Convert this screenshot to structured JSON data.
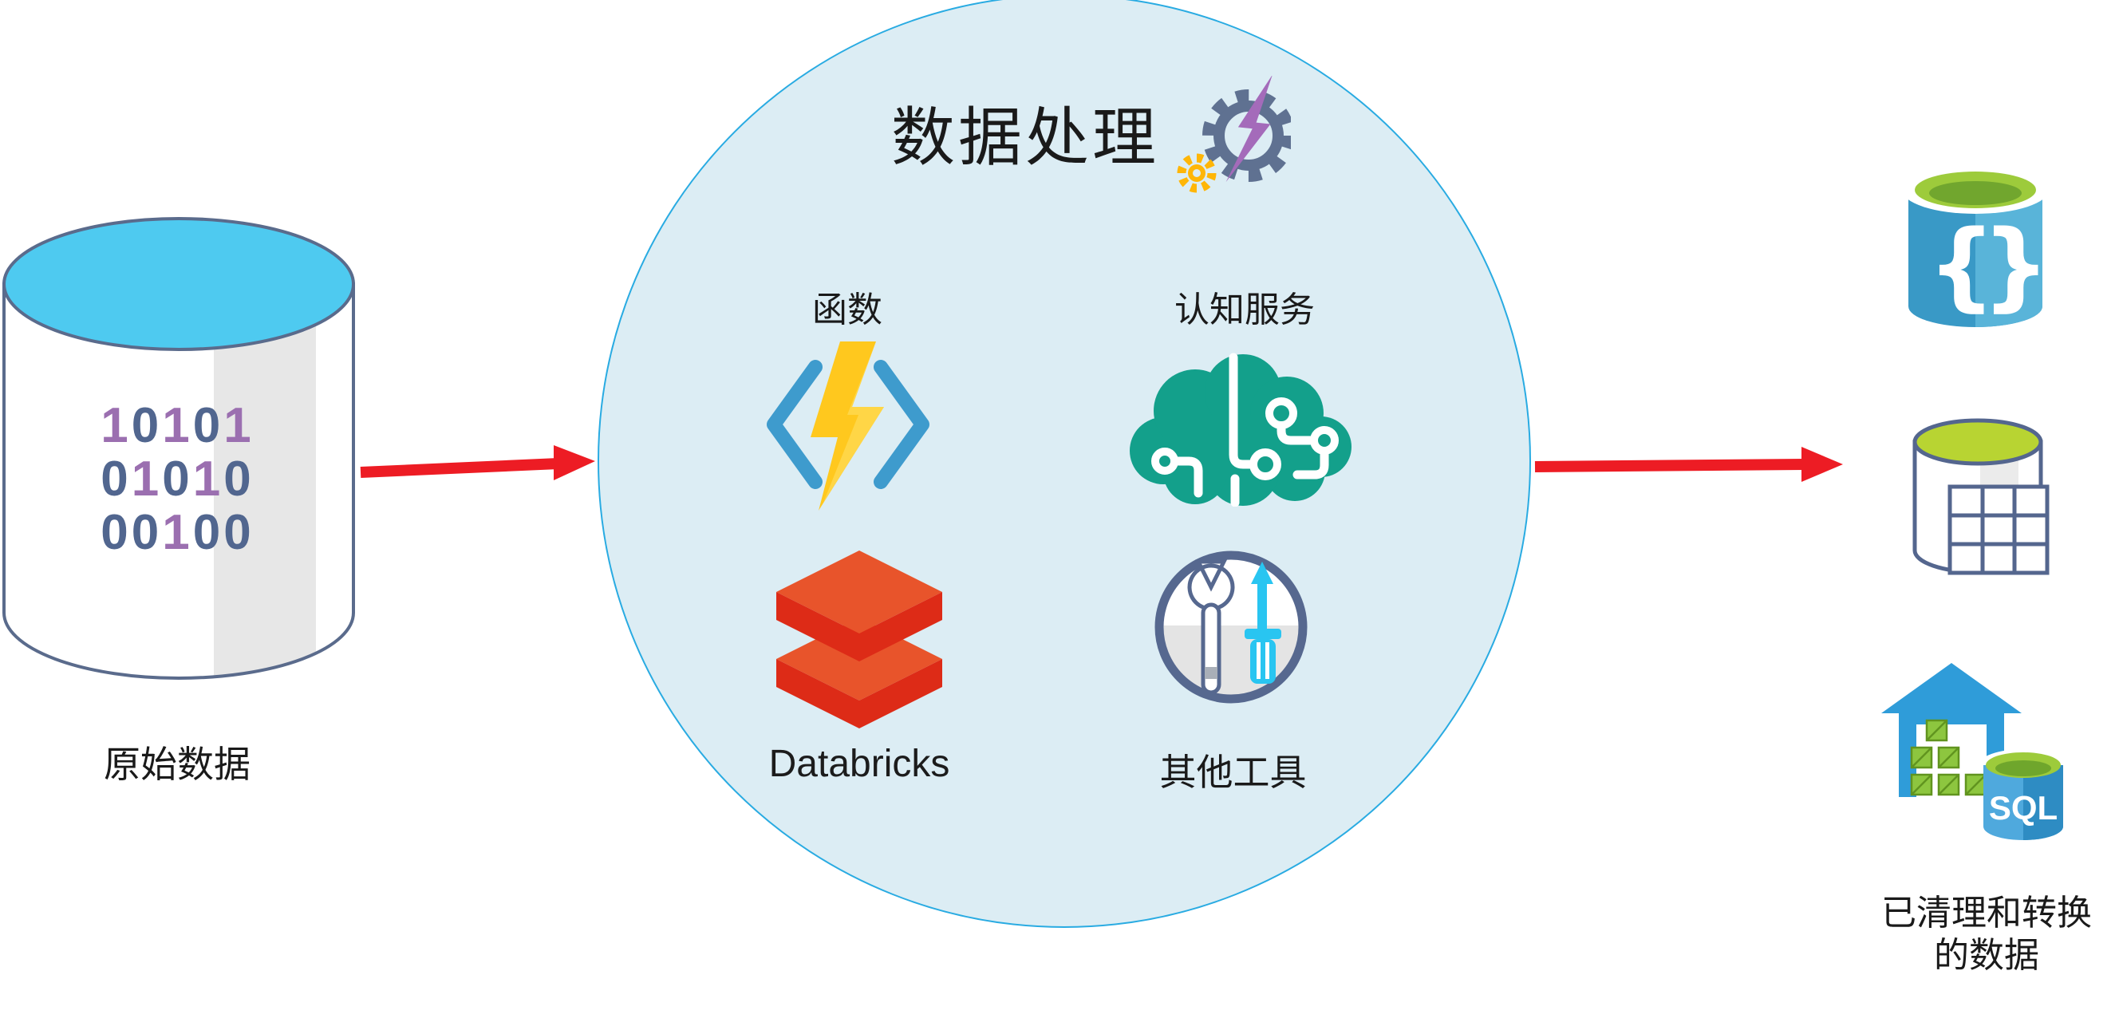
{
  "diagram": {
    "source": {
      "binary_rows": [
        "10101",
        "01010",
        "00100"
      ],
      "label": "原始数据"
    },
    "processing": {
      "title": "数据处理",
      "functions_label": "函数",
      "cognitive_label": "认知服务",
      "databricks_label": "Databricks",
      "tools_label": "其他工具"
    },
    "output": {
      "cosmos_brace_left": "{",
      "cosmos_brace_right": "}",
      "sql_text": "SQL",
      "label_line1": "已清理和转换",
      "label_line2": "的数据"
    }
  },
  "colors": {
    "arrow_red": "#ED1C24",
    "circle_fill": "#DCEDF4",
    "circle_border": "#29ABE2",
    "bit_one_purple": "#9B6FB0",
    "bit_zero_slate": "#51668F",
    "cylinder_top_cyan": "#4ECAF0",
    "cylinder_outline": "#5A6B8C",
    "functions_yellow": "#FFC81E",
    "functions_bracket_blue": "#3E9BCD",
    "cognitive_teal": "#13A08B",
    "databricks_orange": "#E8542B",
    "databricks_red": "#DD2B17",
    "tools_cyan": "#29C5F1",
    "gear_slate": "#5F7191",
    "gear_purple": "#A46BBA",
    "gear_orange": "#FFB607",
    "azure_blue": "#3999C6",
    "azure_light_blue": "#59B4D9",
    "lime_green": "#9DCB3B",
    "label_text": "#1A1A1A"
  }
}
